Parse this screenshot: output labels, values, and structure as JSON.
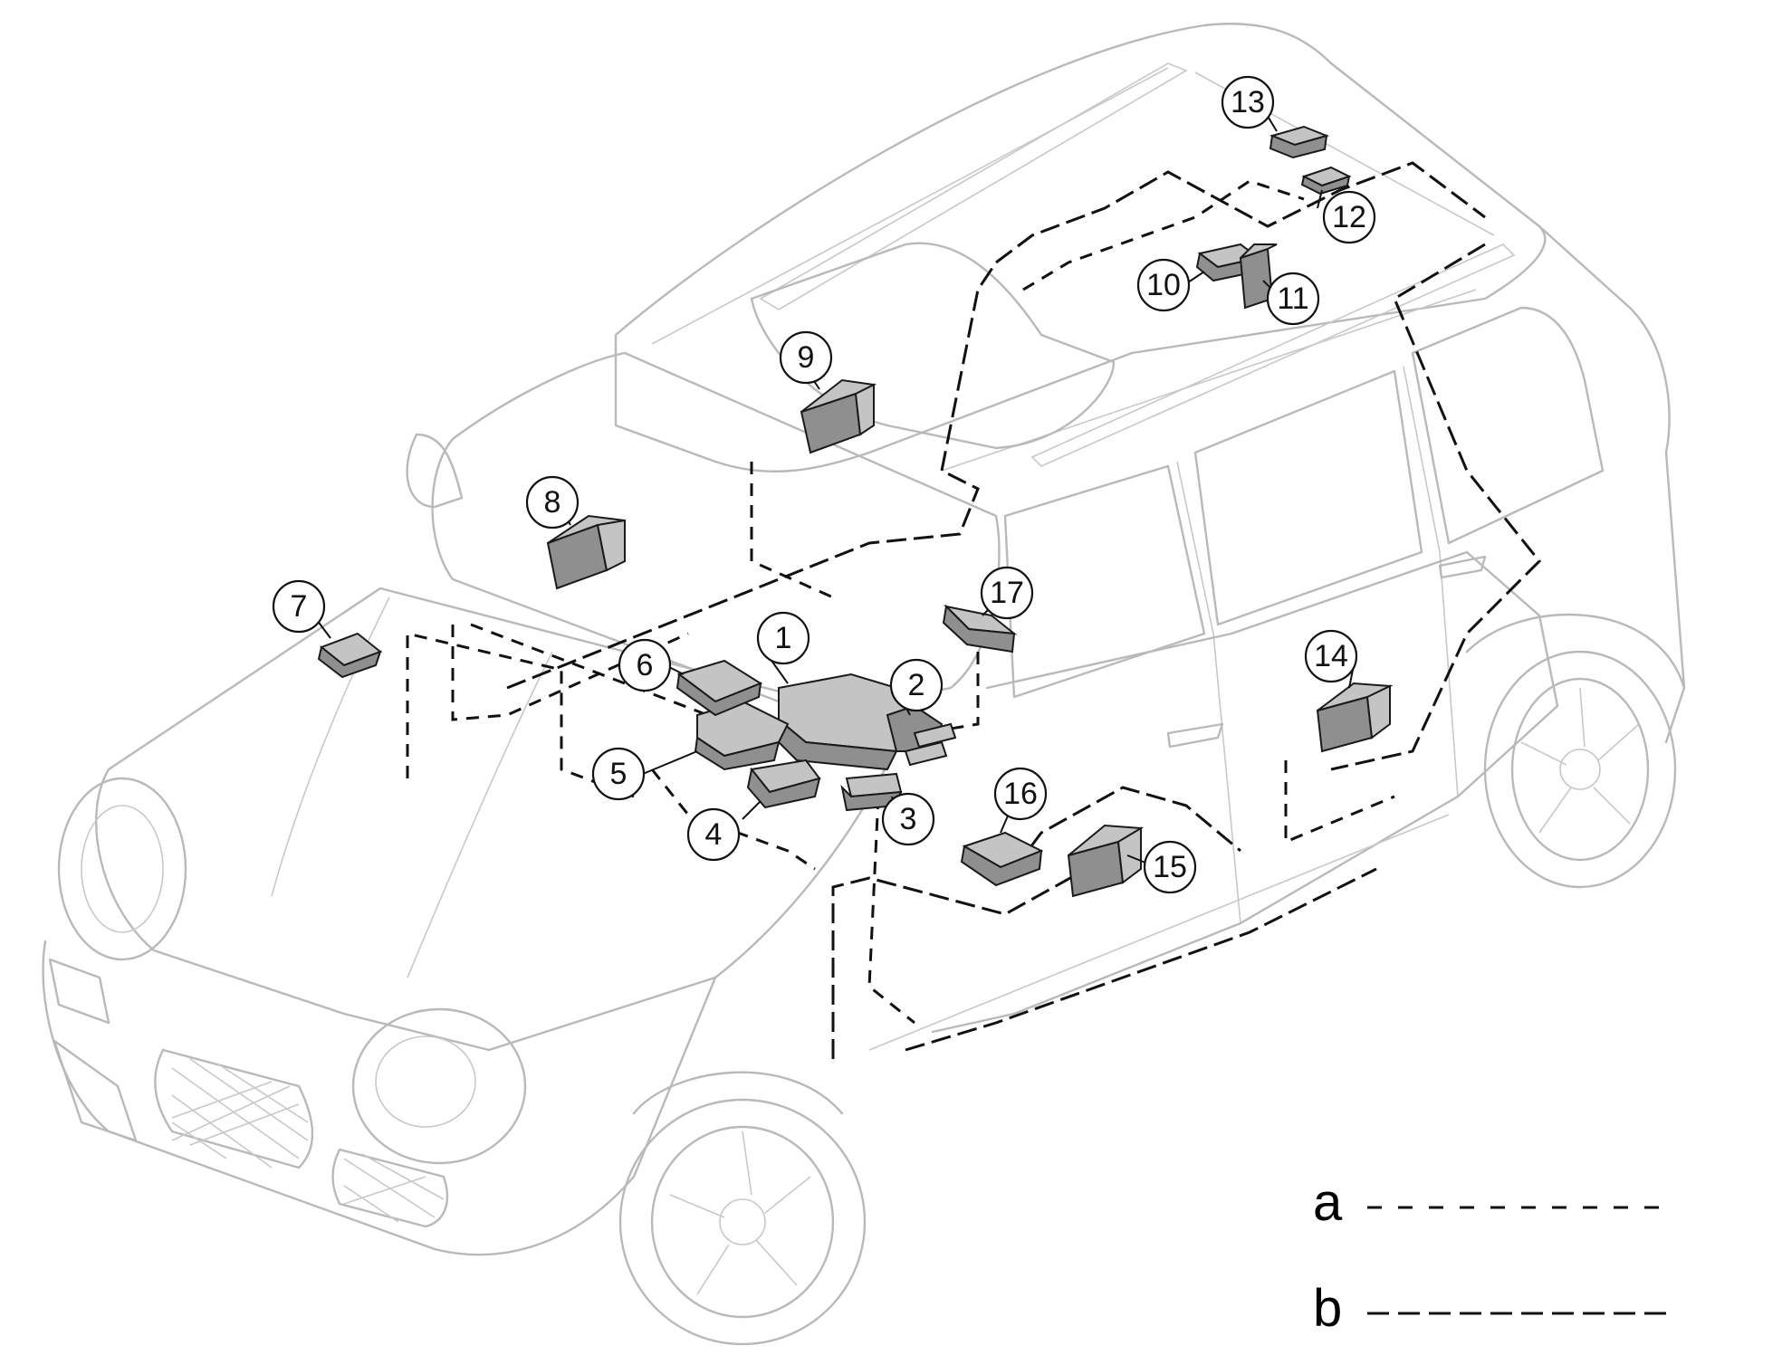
{
  "callouts": [
    {
      "number": "1"
    },
    {
      "number": "2"
    },
    {
      "number": "3"
    },
    {
      "number": "4"
    },
    {
      "number": "5"
    },
    {
      "number": "6"
    },
    {
      "number": "7"
    },
    {
      "number": "8"
    },
    {
      "number": "9"
    },
    {
      "number": "10"
    },
    {
      "number": "11"
    },
    {
      "number": "12"
    },
    {
      "number": "13"
    },
    {
      "number": "14"
    },
    {
      "number": "15"
    },
    {
      "number": "16"
    },
    {
      "number": "17"
    }
  ],
  "legend": {
    "a": {
      "label": "a",
      "style": "short-dash"
    },
    "b": {
      "label": "b",
      "style": "long-dash"
    }
  },
  "colors": {
    "vehicle_outline": "#b9b9b9",
    "bus_lines": "#111111",
    "modules": "#8f8f8f"
  }
}
